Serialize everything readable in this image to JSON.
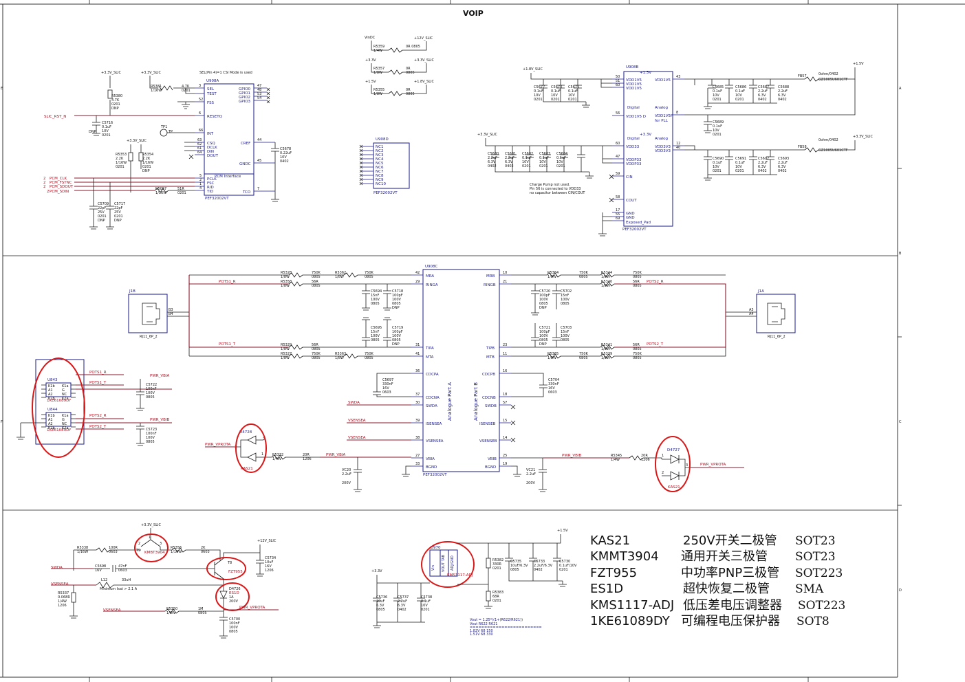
{
  "title": "VOIP",
  "border_letters": [
    "A",
    "B",
    "C",
    "D",
    "E",
    "F"
  ],
  "nets": {
    "v33slic": "+3.3V_SLIC",
    "v33": "+3.3V",
    "v18slic": "+1.8V_SLIC",
    "v12slic": "+12V_SLIC",
    "v15": "+1.5V",
    "vindc": "VinDC",
    "slic_rst": "SLIC_RST_N",
    "pcm_clk": "PCM_CLK",
    "pcm_fsync": "PCM_FSYNC",
    "pcm_sdout": "PCM_SDOUT",
    "pcm_sdin": "PCM_SDIN",
    "pots1r": "POTS1_R",
    "pots1t": "POTS1_T",
    "pots2r": "POTS2_R",
    "pots2t": "POTS2_T",
    "pwr_vbia": "PWR_VBIA",
    "pwr_vbib": "PWR_VBIB",
    "pwr_vprota": "PWR_VPROTA",
    "swda": "SWDA",
    "vsensea": "VSENSEA",
    "pwr_vbia2": "PWR_VBIA",
    "pwr_vbib2": "PWR_VBIB"
  },
  "u908a": {
    "ref": "U908A",
    "part": "PEF32002VT",
    "sel_note": "SEL(Pin 4)=1 CSI Mode is used",
    "pins_left": [
      "SEL",
      "TEST",
      "FSS",
      "RESETQ",
      "INT",
      "CSQ",
      "DCLK",
      "DIN",
      "DOUT",
      "PCLK",
      "FSC",
      "RID",
      "TID"
    ],
    "pins_right": [
      "GPIO0",
      "GPIO1",
      "GPIO2",
      "GPIO3",
      "CREF",
      "GNDC",
      "TCO"
    ],
    "iface": "PCM Interface"
  },
  "u908d": {
    "ref": "U908D",
    "part": "PEF32002VT",
    "pins": [
      "NC1",
      "NC2",
      "NC3",
      "NC4",
      "NC5",
      "NC6",
      "NC7",
      "NC8",
      "NC9",
      "NC10"
    ]
  },
  "u908b": {
    "ref": "U908B",
    "part": "PEF32002VT",
    "pins_left": [
      "VDD1V5",
      "VDD1V5",
      "VDD1V5",
      "VDD1V5 D",
      "VDD33",
      "VDDP33",
      "VDDP33",
      "CIN",
      "COUT",
      "GND",
      "GND",
      "Exposed_Pad"
    ],
    "pins_right": [
      "VDD1V5",
      "VDD1V5P",
      "VDD3V3",
      "VDD3V3"
    ],
    "labels": [
      "Digital",
      "Analog",
      "for PLL",
      "Digital",
      "Analog"
    ],
    "note1": "Charge Pump not used.",
    "note2": "Pin 56 is connected to VDD33",
    "note3": "no capacitor between CIN/COUT"
  },
  "u908c": {
    "ref": "U908C",
    "part": "PEF32002VT",
    "pins_left": [
      "MRA",
      "RINGA",
      "TIPA",
      "MTA",
      "CDCPA",
      "CDCNA",
      "SWDA",
      "ISENSEA",
      "VSENSEA",
      "VBIA",
      "BGND"
    ],
    "pins_right": [
      "MRB",
      "RINGB",
      "TIPB",
      "MTB",
      "CDCPB",
      "CDCNB",
      "SWDB",
      "ISENSEB",
      "VSENSEB",
      "VBIB",
      "BGND"
    ],
    "part_a": "Analogue Part A",
    "part_b": "Analogue Part B"
  },
  "rj11": {
    "j1b": "J1B",
    "j1a": "J1A",
    "model": "RJ11_6P_2"
  },
  "tvs": {
    "u843": "U843",
    "u844": "U844",
    "part": "1KE61089DY"
  },
  "diodes": {
    "d4728": "D4728",
    "d4727": "D4727",
    "part": "KAS21",
    "d4726": "D4726",
    "d4726p": "ES1D"
  },
  "transistors": {
    "t9": "T9",
    "t9p": "KMBT3904",
    "t8": "T8",
    "t8p": "FZT955",
    "u970": "U970",
    "u970p": "KMS1117-ADJ"
  },
  "notes": {
    "min_isat": "Minimum Isat > 2.1 A",
    "vout": "Vout = 1.25*((1+(R622/R621))",
    "vout_hdr": "Vout   R622   R621",
    "vout_r1": "1.82V   68   150",
    "vout_r2": "1.51V   68   330",
    "sep": "========================="
  },
  "legend": [
    {
      "part": "KAS21",
      "desc": "250V开关二极管",
      "pkg": "SOT23"
    },
    {
      "part": "KMMT3904",
      "desc": "通用开关三极管",
      "pkg": "SOT23"
    },
    {
      "part": "FZT955",
      "desc": "中功率PNP三极管",
      "pkg": "SOT223"
    },
    {
      "part": "ES1D",
      "desc": "超快恢复二极管",
      "pkg": "SMA"
    },
    {
      "part": "KMS1117-ADJ",
      "desc": "低压差电压调整器",
      "pkg": "SOT223"
    },
    {
      "part": "1KE61089DY",
      "desc": "可编程电压保护器",
      "pkg": "SOT8"
    }
  ]
}
